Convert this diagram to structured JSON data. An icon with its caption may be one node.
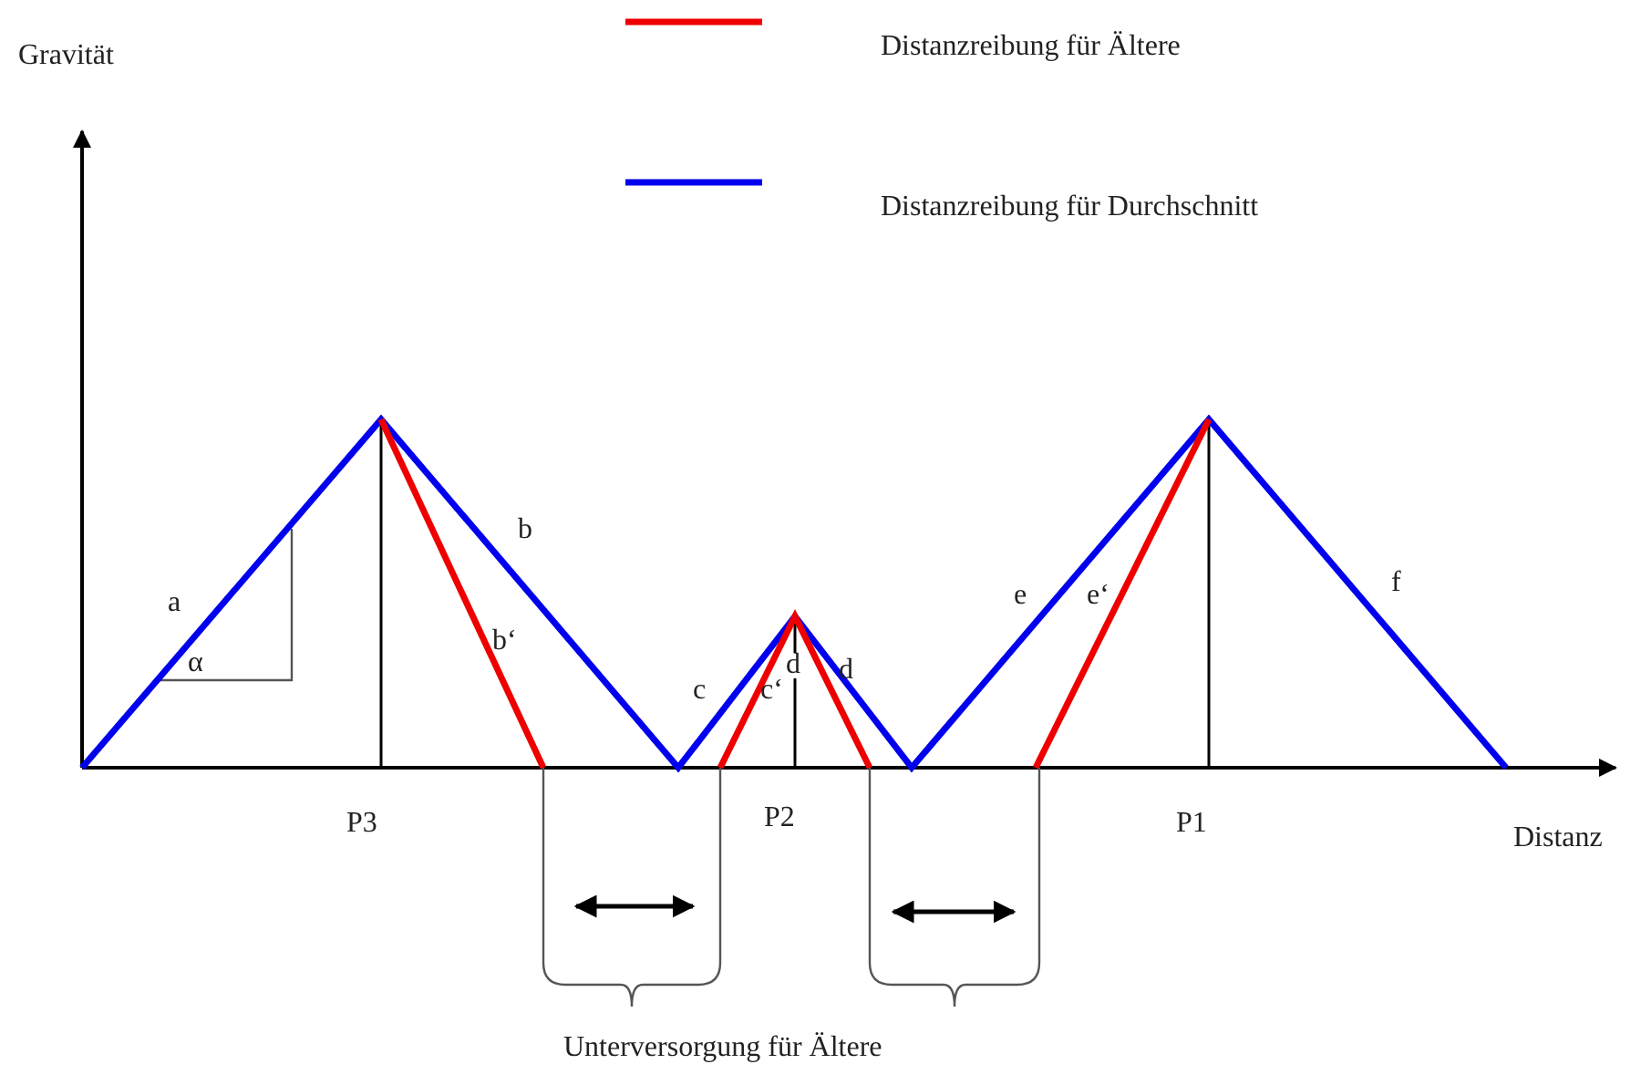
{
  "diagram": {
    "labels": [
      "Gravität",
      "Distanz",
      "P3",
      "P2",
      "P1",
      "a",
      "α",
      "b",
      "b‘",
      "c",
      "c‘",
      "d",
      "d",
      "e",
      "e‘",
      "f",
      "Unterversorgung für Ältere"
    ],
    "legend": [
      {
        "text": "Distanzreibung für Ältere"
      },
      {
        "text": "Distanzreibung für Durchschnitt"
      }
    ]
  }
}
